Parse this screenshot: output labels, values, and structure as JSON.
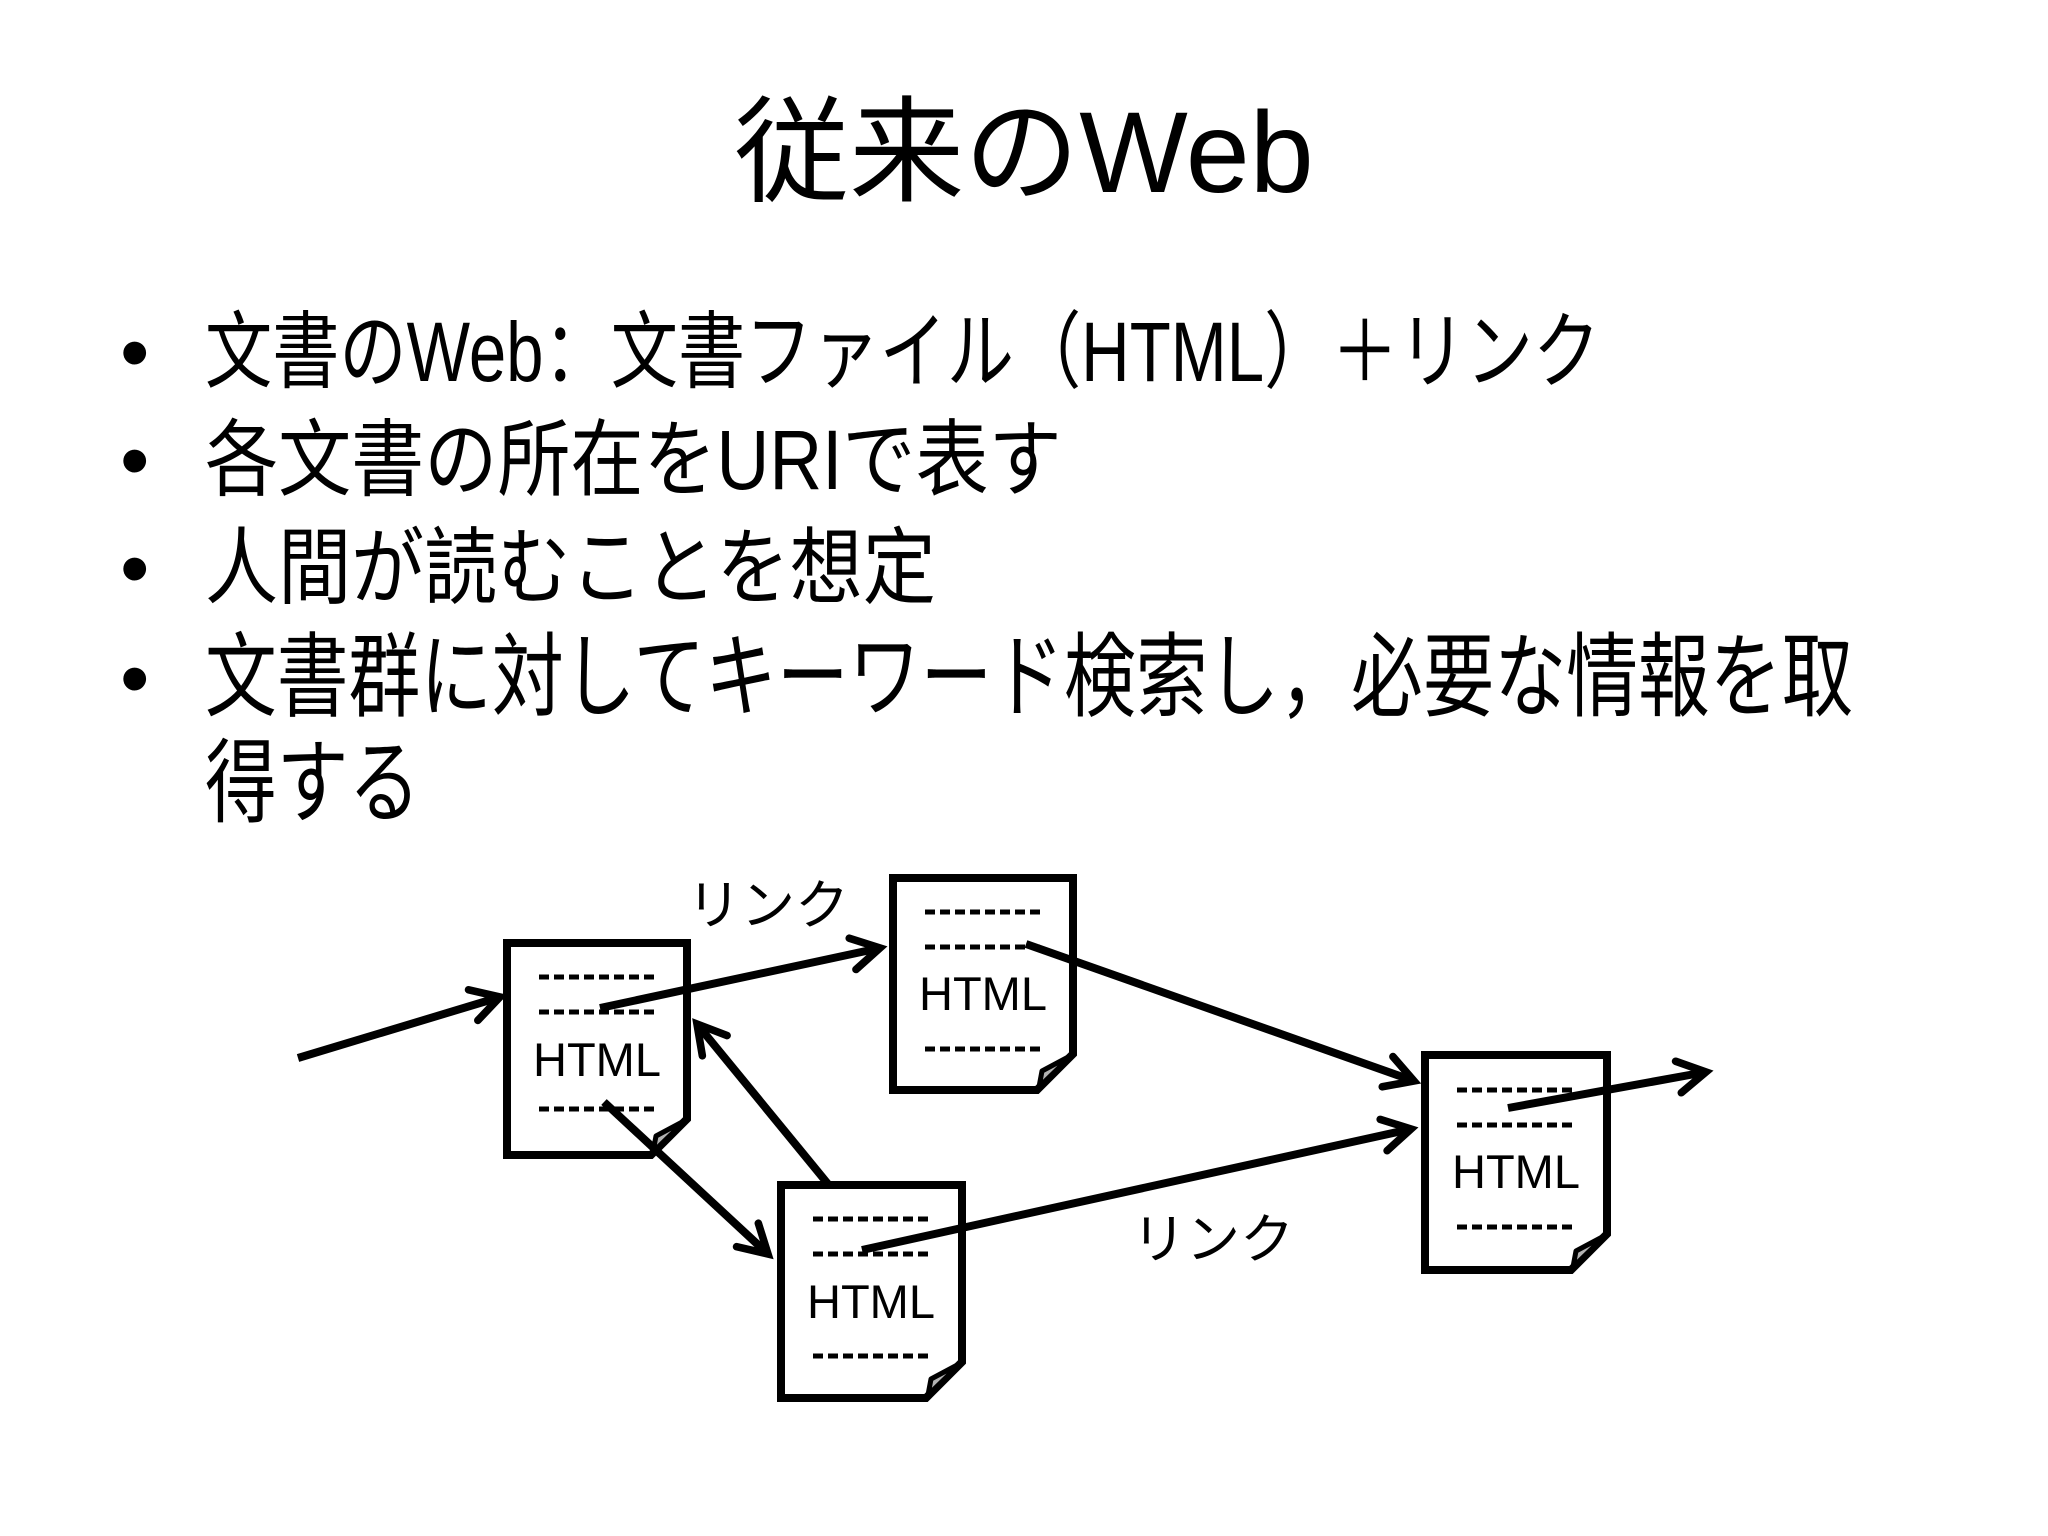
{
  "slide": {
    "title": "従来のWeb",
    "bullet_marker": "•",
    "bullets": [
      {
        "text": "文書のWeb：文書ファイル（HTML）＋リンク"
      },
      {
        "text": "各文書の所在をURIで表す"
      },
      {
        "text": "人間が読むことを想定"
      },
      {
        "text": "文書群に対してキーワード検索し，必要な情報を取",
        "text2": "得する"
      }
    ]
  },
  "diagram": {
    "doc_label": "HTML",
    "link_label_1": "リンク",
    "link_label_2": "リンク",
    "colors": {
      "ink": "#000000",
      "paper": "#ffffff",
      "fold_gray": "#b3b3b3"
    }
  }
}
